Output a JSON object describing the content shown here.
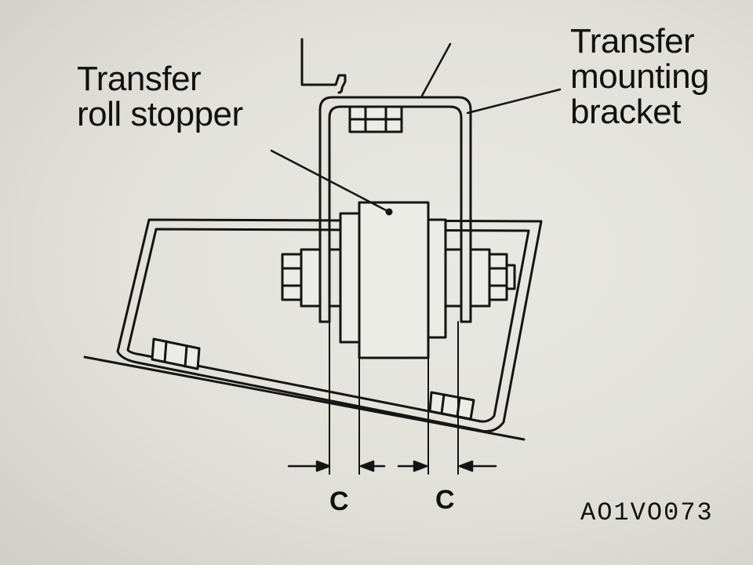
{
  "labels": {
    "roll_stopper_line1": "Transfer",
    "roll_stopper_line2": "roll stopper",
    "bracket_line1": "Transfer",
    "bracket_line2": "mounting",
    "bracket_line3": "bracket"
  },
  "dimensions": {
    "left_clearance": "C",
    "right_clearance": "C"
  },
  "figure_code": "AO1VO073"
}
